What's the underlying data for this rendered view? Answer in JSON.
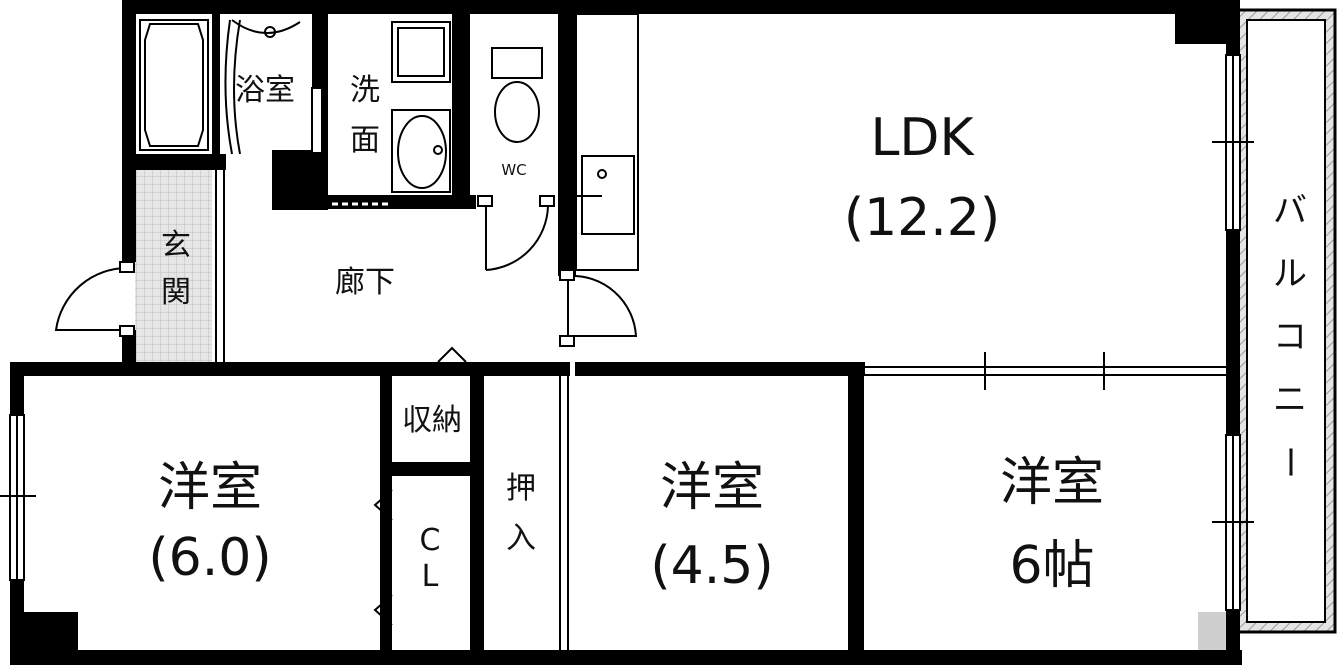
{
  "rooms": {
    "bath": "浴室",
    "washroom": [
      "洗",
      "面"
    ],
    "wc": "WC",
    "ldk": {
      "name": "LDK",
      "size": "(12.2)"
    },
    "entrance": [
      "玄",
      "関"
    ],
    "hallway": "廊下",
    "balcony": [
      "バ",
      "ル",
      "コ",
      "ニ",
      "ー"
    ],
    "storage": "収納",
    "closet": [
      "C",
      "L"
    ],
    "oshiire": [
      "押",
      "入"
    ],
    "western_a": {
      "name": "洋室",
      "size": "(6.0)"
    },
    "western_b": {
      "name": "洋室",
      "size": "(4.5)"
    },
    "western_c": {
      "name": "洋室",
      "size": "6帖"
    }
  },
  "colors": {
    "wall": "#000000",
    "floor": "#ffffff",
    "balcony_hatch": "#9a9a9a",
    "entrance_tile": "#cfcfcf"
  }
}
